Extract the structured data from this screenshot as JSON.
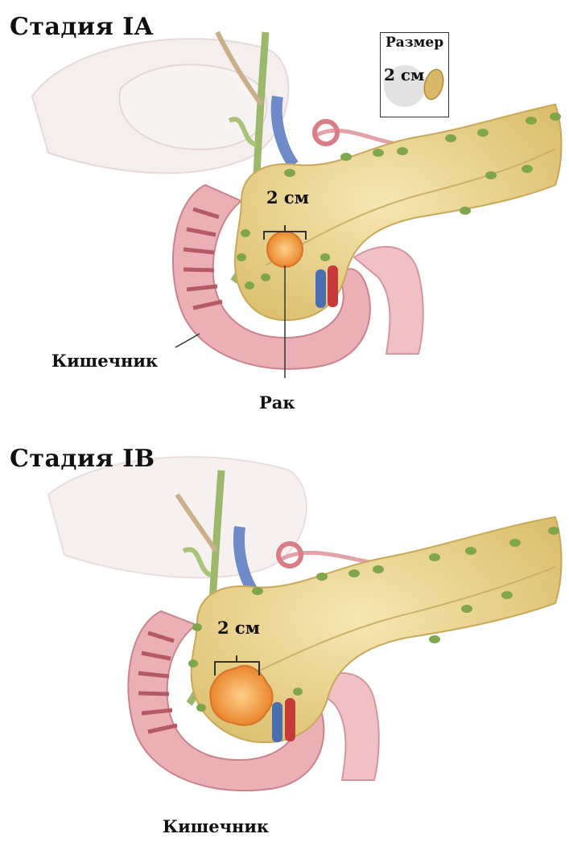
{
  "stage_a": {
    "title": "Стадия IA",
    "size_box": {
      "title": "Размер",
      "value": "2 см"
    },
    "tumor_size_label": "2 см",
    "intestine_label": "Кишечник",
    "cancer_label": "Рак"
  },
  "stage_b": {
    "title": "Стадия IB",
    "tumor_size_label": "2 см",
    "intestine_label": "Кишечник"
  },
  "colors": {
    "pancreas": "#e8d08a",
    "duodenum": "#e8a6ad",
    "tumor": "#f0a04a",
    "lymph_node": "#7fa64a",
    "vein": "#4a6fb0",
    "artery": "#c73a3a"
  }
}
